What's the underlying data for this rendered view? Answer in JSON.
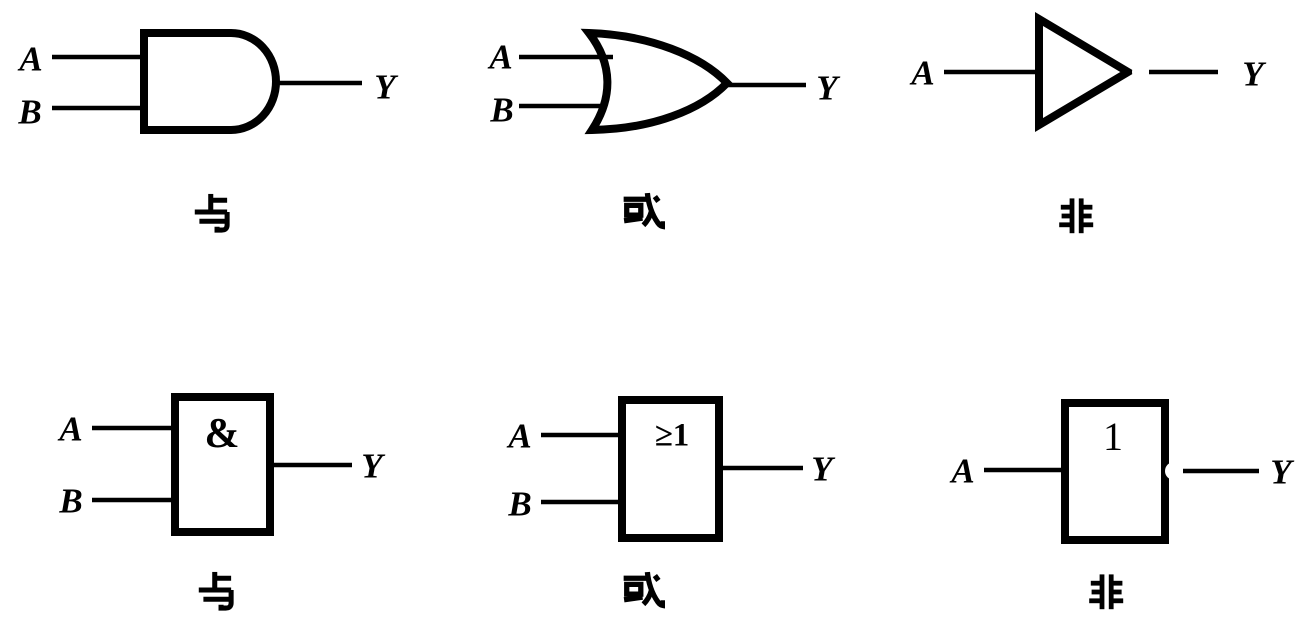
{
  "palette": {
    "ink": "#000000",
    "paper": "#ffffff"
  },
  "gates": [
    {
      "type": "AND",
      "style": "distinctive-shape",
      "inputs": [
        "A",
        "B"
      ],
      "output": "Y",
      "caption": "与",
      "caption_glyph": "hanzi-yu"
    },
    {
      "type": "OR",
      "style": "distinctive-shape",
      "inputs": [
        "A",
        "B"
      ],
      "output": "Y",
      "caption": "或",
      "caption_glyph": "hanzi-huo"
    },
    {
      "type": "NOT",
      "style": "distinctive-shape",
      "inputs": [
        "A"
      ],
      "output": "Y",
      "caption": "非",
      "caption_glyph": "hanzi-fei"
    },
    {
      "type": "AND",
      "style": "iec-rectangle",
      "symbol": "&",
      "inputs": [
        "A",
        "B"
      ],
      "output": "Y",
      "caption": "与",
      "caption_glyph": "hanzi-yu"
    },
    {
      "type": "OR",
      "style": "iec-rectangle",
      "symbol": "≥1",
      "inputs": [
        "A",
        "B"
      ],
      "output": "Y",
      "caption": "或",
      "caption_glyph": "hanzi-huo"
    },
    {
      "type": "NOT",
      "style": "iec-rectangle",
      "symbol": "1",
      "inputs": [
        "A"
      ],
      "output": "Y",
      "caption": "非",
      "caption_glyph": "hanzi-fei"
    }
  ]
}
